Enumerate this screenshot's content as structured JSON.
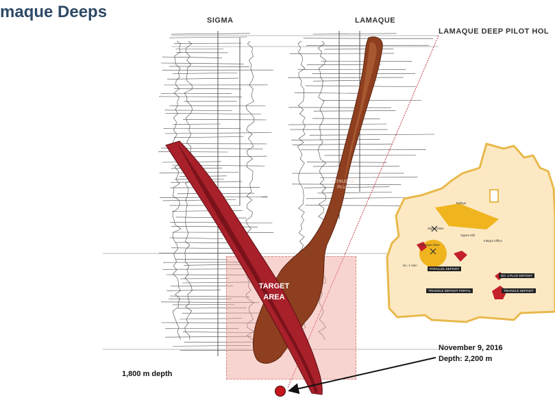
{
  "title": "maque Deeps",
  "labels": {
    "sigma": "SIGMA",
    "lamaque": "LAMAQUE",
    "pilot_hole": "LAMAQUE DEEP PILOT HOL",
    "intrusive_plug_line1": "INTRUSIVE",
    "intrusive_plug_line2": "PLUG",
    "target_line1": "TARGET",
    "target_line2": "AREA",
    "depth_1800": "1,800 m depth",
    "callout_date": "November 9, 2016",
    "callout_depth": "Depth: 2,200 m"
  },
  "map": {
    "tailings": "Tailings",
    "sigma_mine": "Sigma Mine",
    "sigma_mill": "Sigma Mill",
    "integra_office": "Integra Office",
    "lamaque_mine": "Lamaque Mine",
    "no4_vein": "No. 4 Vein",
    "parallel_deposit": "PARALLEL DEPOSIT",
    "no4_plug_deposit": "NO. 4 PLUG DEPOSIT",
    "triangle_portal": "TRIANGLE DEPOSIT PORTAL",
    "triangle_deposit": "TRIANGLE DEPOSIT"
  },
  "colors": {
    "title": "#2e4a66",
    "ore_body": "#a8202a",
    "plug": "#8e3f1f",
    "target_box": "#f0a096",
    "map_fill": "#fce9c4",
    "map_border": "#e8b84a",
    "pilot_dot": "#c4161c"
  }
}
